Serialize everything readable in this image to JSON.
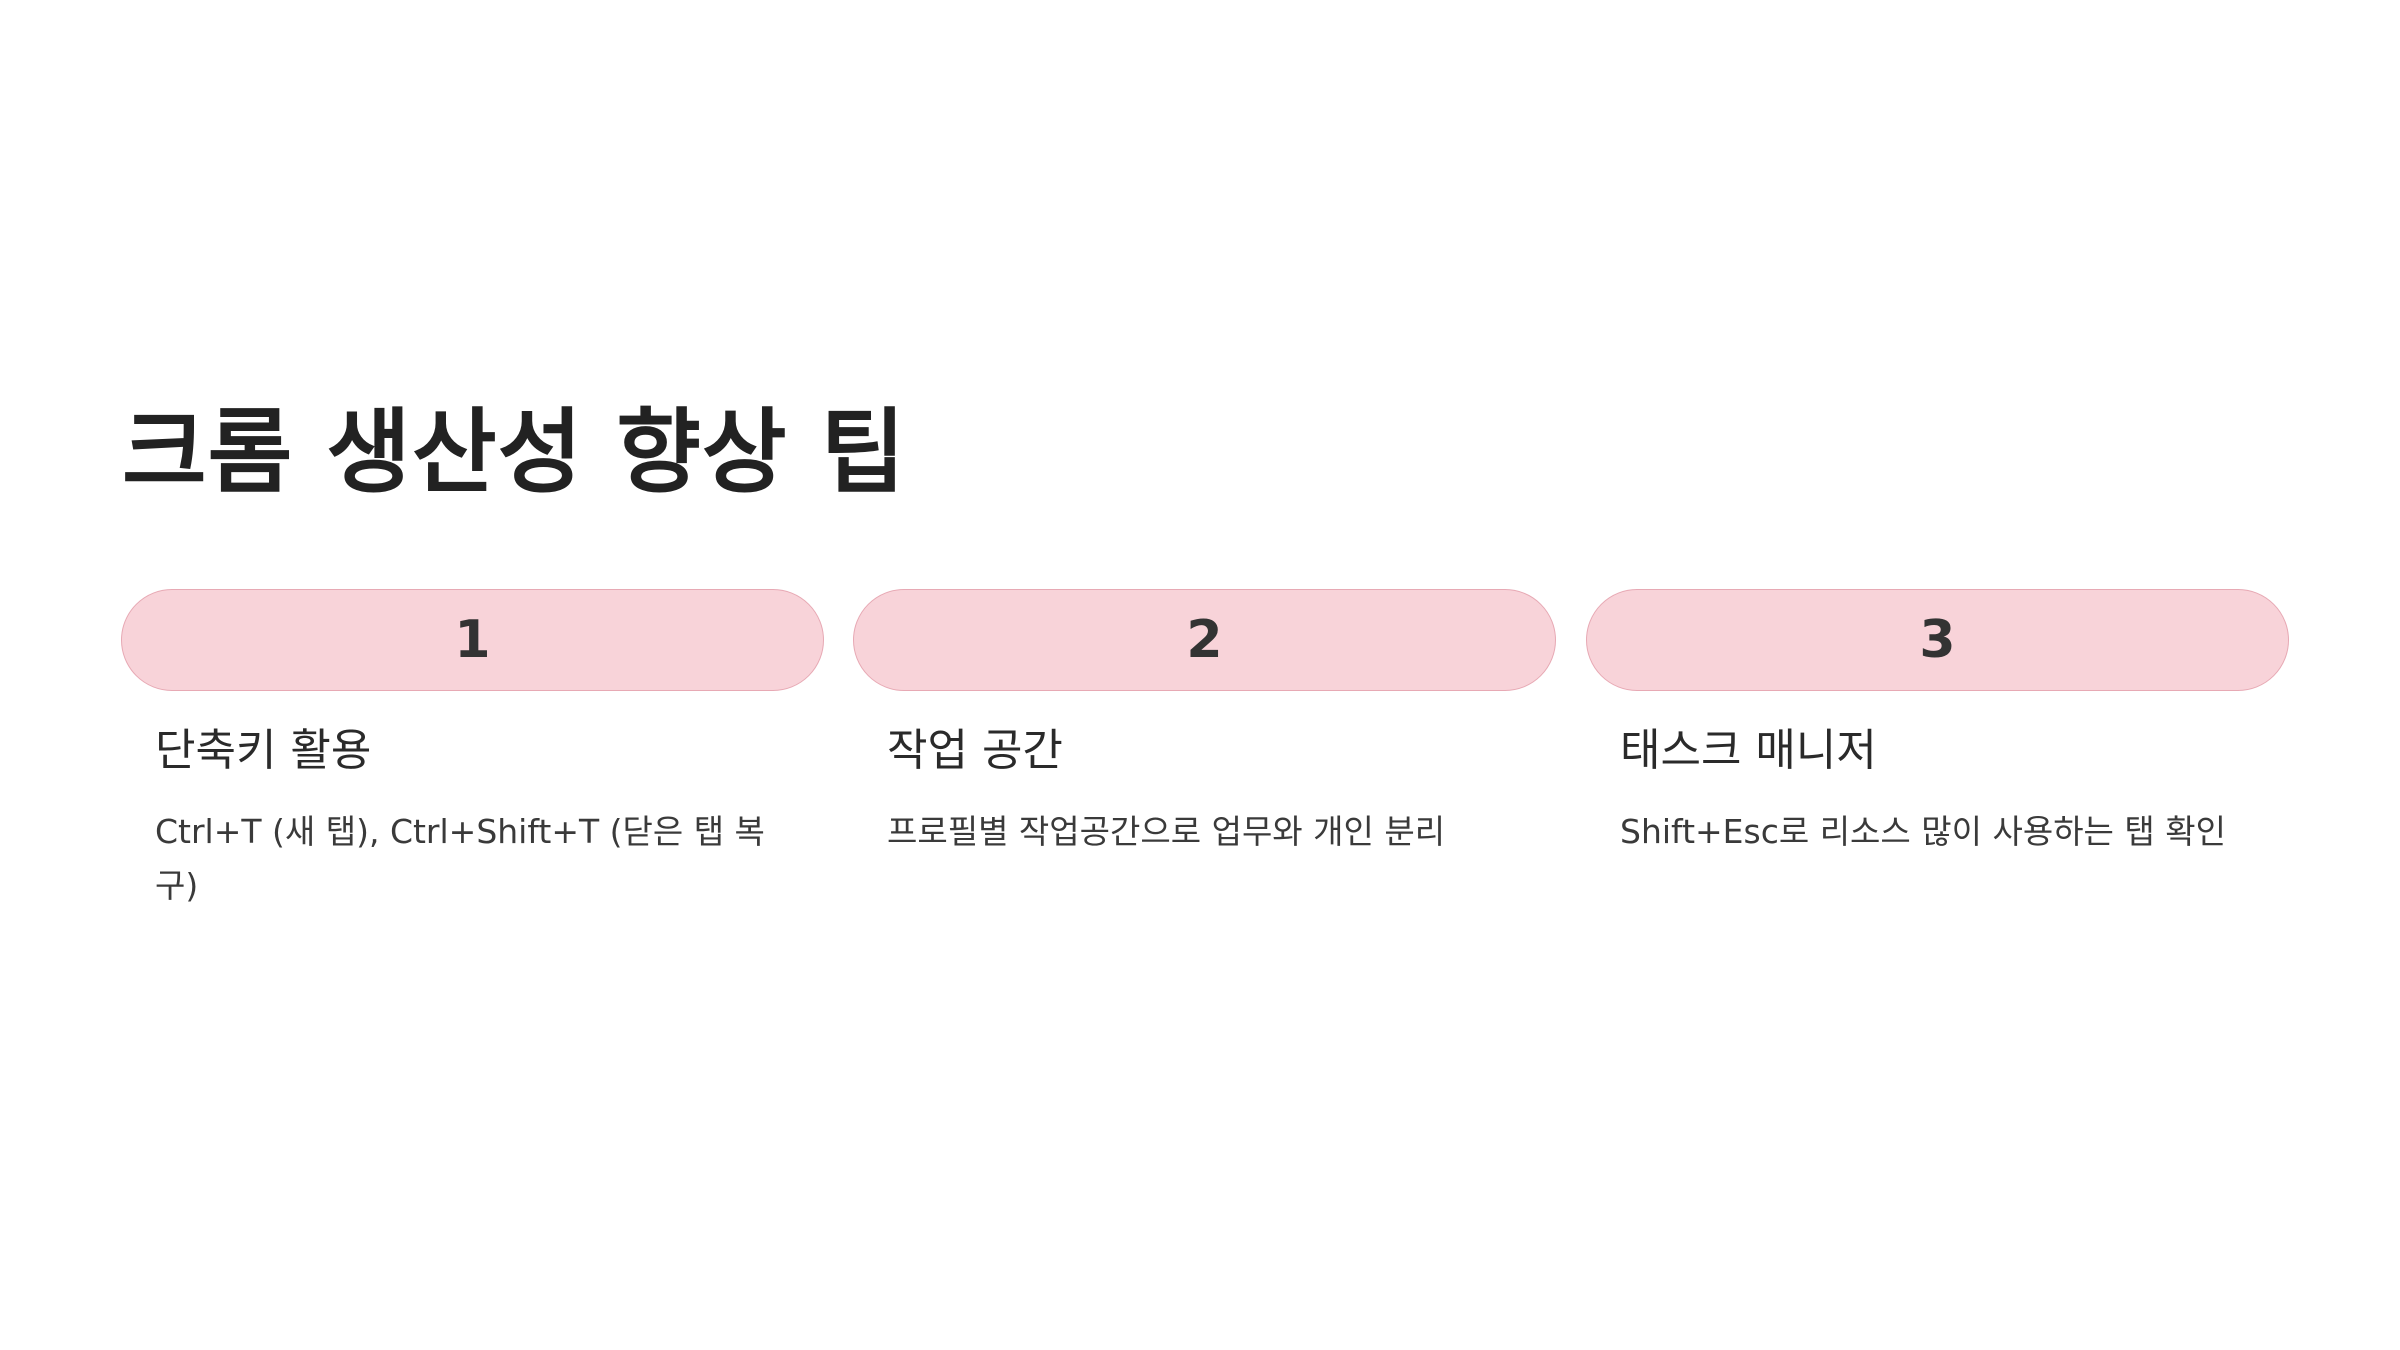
{
  "slide": {
    "title": "크롬 생산성 향상 팁",
    "steps": [
      {
        "number": "1",
        "title": "단축키 활용",
        "description": "Ctrl+T (새 탭), Ctrl+Shift+T (닫은 탭 복구)"
      },
      {
        "number": "2",
        "title": "작업 공간",
        "description": "프로필별 작업공간으로 업무와 개인 분리"
      },
      {
        "number": "3",
        "title": "태스크 매니저",
        "description": "Shift+Esc로 리소스 많이 사용하는 탭 확인"
      }
    ]
  },
  "colors": {
    "pill_fill": "#f8d3d9",
    "pill_border": "#e7a9b4",
    "text_primary": "#222222"
  }
}
